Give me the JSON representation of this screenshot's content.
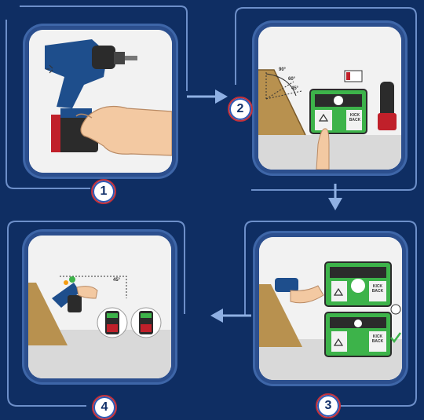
{
  "steps": [
    {
      "number": "1"
    },
    {
      "number": "2",
      "angle_labels": [
        "90°",
        "60°",
        "45°"
      ],
      "button_label": "KICK BACK"
    },
    {
      "number": "3",
      "button_label": "KICK BACK"
    },
    {
      "number": "4",
      "angle_label": "45°"
    }
  ],
  "colors": {
    "background": "#0f2e63",
    "frame": "#3e66a8",
    "panel_green": "#3db34a",
    "tool_blue": "#1e4e8c",
    "battery_red": "#c0202a"
  }
}
